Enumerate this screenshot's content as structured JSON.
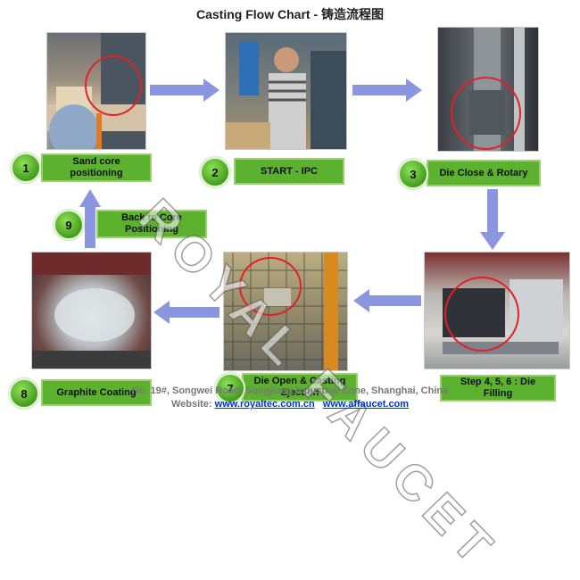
{
  "title": "Casting Flow Chart - 铸造流程图",
  "steps": [
    {
      "num": "1",
      "label": "Sand core positioning"
    },
    {
      "num": "2",
      "label": "START - IPC"
    },
    {
      "num": "3",
      "label": "Die Close & Rotary"
    },
    {
      "num": "Step 4, 5, 6",
      "label": "Step 4, 5, 6 : Die Filling"
    },
    {
      "num": "7",
      "label": "Die Open & Casting Ejection"
    },
    {
      "num": "8",
      "label": "Graphite Coating"
    },
    {
      "num": "9",
      "label": "Back to Core Positioning"
    }
  ],
  "watermark": "ROYAL FAUCET",
  "footer": {
    "address": "No. 19#, Songwei Road, Songjiang Industrial Zone, Shanghai, China",
    "website_prefix": "Website:",
    "site1": "www.royaltec.com.cn",
    "site2": "www.affaucet.com"
  },
  "colors": {
    "box": "#5cb22e",
    "arrow": "#8b96e0",
    "circle_mark": "#e0202a"
  }
}
